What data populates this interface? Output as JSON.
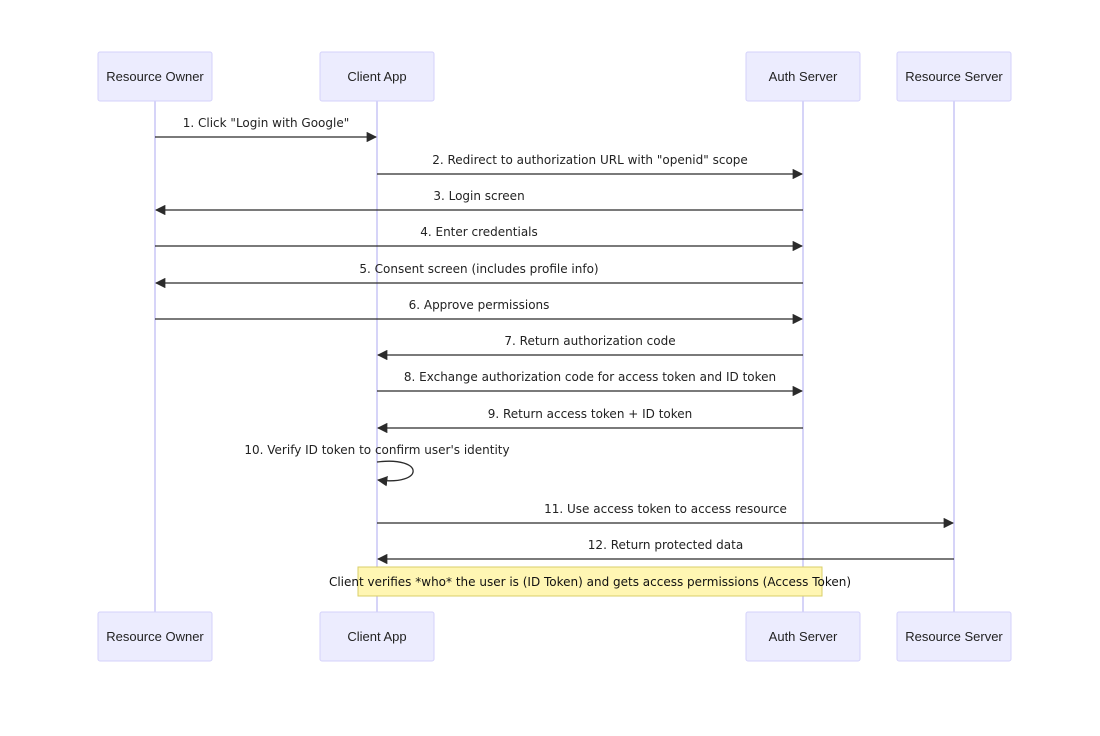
{
  "diagram": {
    "type": "sequence",
    "participants": [
      {
        "id": "owner",
        "label": "Resource Owner"
      },
      {
        "id": "client",
        "label": "Client App"
      },
      {
        "id": "auth",
        "label": "Auth Server"
      },
      {
        "id": "resource",
        "label": "Resource Server"
      }
    ],
    "messages": [
      {
        "from": "owner",
        "to": "client",
        "text": "1. Click \"Login with Google\""
      },
      {
        "from": "client",
        "to": "auth",
        "text": "2. Redirect to authorization URL with \"openid\" scope"
      },
      {
        "from": "auth",
        "to": "owner",
        "text": "3. Login screen"
      },
      {
        "from": "owner",
        "to": "auth",
        "text": "4. Enter credentials"
      },
      {
        "from": "auth",
        "to": "owner",
        "text": "5. Consent screen (includes profile info)"
      },
      {
        "from": "owner",
        "to": "auth",
        "text": "6. Approve permissions"
      },
      {
        "from": "auth",
        "to": "client",
        "text": "7. Return authorization code"
      },
      {
        "from": "client",
        "to": "auth",
        "text": "8. Exchange authorization code for access token and ID token"
      },
      {
        "from": "auth",
        "to": "client",
        "text": "9. Return access token + ID token"
      },
      {
        "from": "client",
        "to": "client",
        "text": "10. Verify ID token to confirm user's identity"
      },
      {
        "from": "client",
        "to": "resource",
        "text": "11. Use access token to access resource"
      },
      {
        "from": "resource",
        "to": "client",
        "text": "12. Return protected data"
      }
    ],
    "note": {
      "over": [
        "client",
        "auth"
      ],
      "text": "Client verifies *who* the user is (ID Token) and gets access permissions (Access Token)"
    }
  },
  "colors": {
    "actor_fill": "#ececfe",
    "actor_border": "#d4d2fb",
    "lifeline": "#c9c5f5",
    "arrow": "#2b2b2b",
    "note_fill": "#fff6b3",
    "note_border": "#d9cf6a"
  }
}
